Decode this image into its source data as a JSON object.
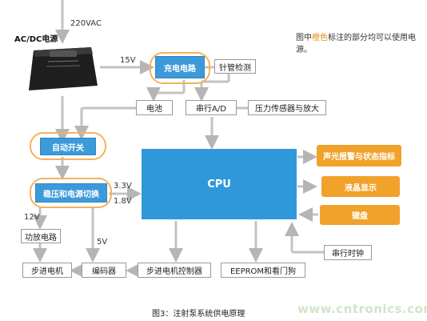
{
  "labels": {
    "ac_input": "220VAC",
    "ac_dc": "AC/DC电源",
    "v15": "15V",
    "v33": "3.3V",
    "v18": "1.8V",
    "v12": "12V",
    "v5": "5V"
  },
  "note": {
    "before": "图中",
    "highlight": "橙色",
    "after": "标注的部分均可以使用电源。"
  },
  "blocks": {
    "charge": "充电电路",
    "tube_detect": "针管检测",
    "battery": "电池",
    "serial_ad": "串行A/D",
    "pressure": "压力传感器与放大",
    "auto_switch": "自动开关",
    "cpu": "CPU",
    "regulator": "稳压和电源切换",
    "alarm": "声光报警与状态指标",
    "lcd": "液晶显示",
    "keypad": "键盘",
    "power_amp": "功放电路",
    "serial_clock": "串行时钟",
    "stepper_motor": "步进电机",
    "encoder": "编码器",
    "stepper_controller": "步进电机控制器",
    "eeprom": "EEPROM和看门狗"
  },
  "colors": {
    "highlight_orange": "#f0a22b",
    "block_blue": "#3d9ad9",
    "cpu_blue": "#2f98da",
    "line_gray": "#c3c3c3"
  },
  "caption": "图3：注射泵系统供电原理",
  "watermark": "www.cntronics.com"
}
